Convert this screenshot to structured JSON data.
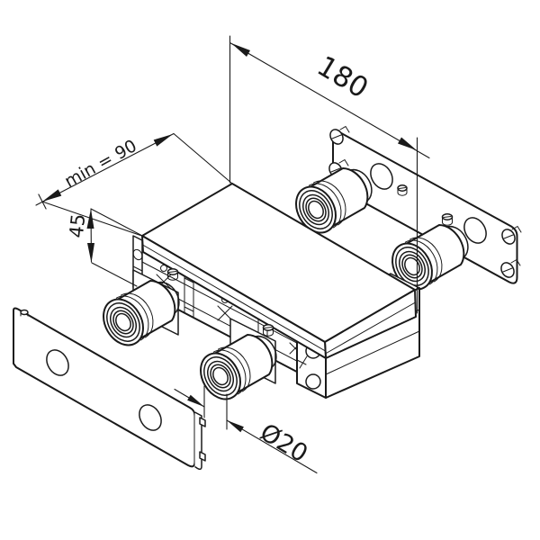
{
  "drawing": {
    "dimensions": {
      "length": "180",
      "min_width": "min = 90",
      "height": "45",
      "roller_diameter": "Ø20"
    },
    "colors": {
      "line": "#1a1a1a",
      "background": "#ffffff"
    }
  }
}
